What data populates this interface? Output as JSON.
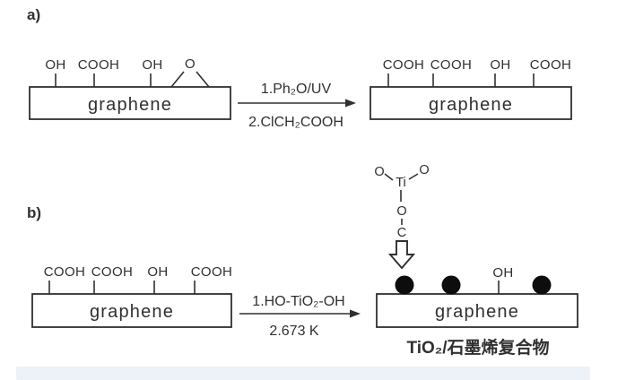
{
  "figure": {
    "colors": {
      "ink": "#303030",
      "background": "#ffffff",
      "particle": "#0d0d0d",
      "footer_bar": "#edf1f8"
    },
    "panel_a": {
      "label": "a)",
      "reactant": {
        "name": "graphene",
        "groups": [
          "OH",
          "COOH",
          "OH"
        ],
        "epoxide_label": "O"
      },
      "arrow": {
        "line1": "1.Ph₂O/UV",
        "line2": "2.ClCH₂COOH"
      },
      "product": {
        "name": "graphene",
        "groups": [
          "COOH",
          "COOH",
          "OH",
          "COOH"
        ]
      }
    },
    "panel_b": {
      "label": "b)",
      "reactant": {
        "name": "graphene",
        "groups": [
          "COOH",
          "COOH",
          "OH",
          "COOH"
        ]
      },
      "arrow": {
        "line1": "1.HO-TiO₂-OH",
        "line2": "2.673 K"
      },
      "attachment": {
        "o_left": "O",
        "ti": "Ti",
        "o_right": "O",
        "o_bridge": "O",
        "carbon": "C"
      },
      "product": {
        "name": "graphene",
        "oh_label": "OH",
        "particle_count": 3,
        "caption": "TiO₂/石墨烯复合物"
      }
    }
  }
}
